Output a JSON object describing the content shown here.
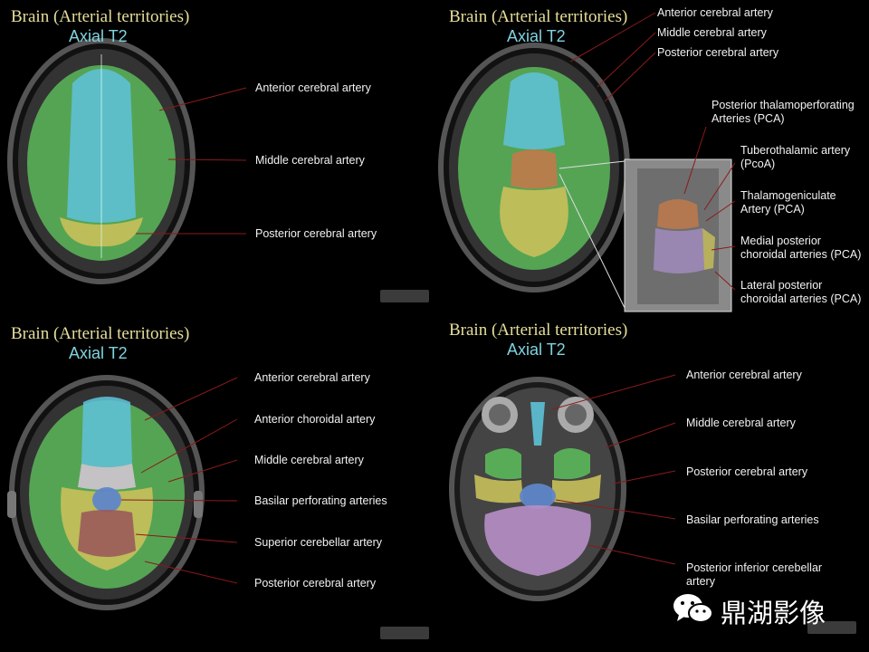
{
  "colors": {
    "anterior_cerebral": "#5ec2d8",
    "middle_cerebral": "#5cb85a",
    "posterior_cerebral": "#c9c05a",
    "thalamic": "#c07a4a",
    "basilar": "#5f86c8",
    "superior_cerebellar": "#9a5a5a",
    "pica": "#b78fc8",
    "anterior_choroidal": "#d8c8d8",
    "leader_line": "#8a1a1a",
    "title": "#e6df9a",
    "subtitle": "#7fd3df"
  },
  "panels": [
    {
      "title": "Brain (Arterial territories)",
      "subtitle": "Axial T2",
      "labels": [
        "Anterior cerebral artery",
        "Middle cerebral artery",
        "Posterior cerebral artery"
      ]
    },
    {
      "title": "Brain (Arterial territories)",
      "subtitle": "Axial T2",
      "labels": [
        "Anterior cerebral artery",
        "Middle cerebral artery",
        "Posterior cerebral artery"
      ],
      "inset_labels": [
        "Posterior thalamoperforating Arteries (PCA)",
        "Tuberothalamic artery (PcoA)",
        "Thalamogeniculate Artery (PCA)",
        "Medial posterior choroidal arteries (PCA)",
        "Lateral posterior choroidal arteries (PCA)"
      ]
    },
    {
      "title": "Brain (Arterial territories)",
      "subtitle": "Axial T2",
      "labels": [
        "Anterior cerebral artery",
        "Anterior choroidal artery",
        "Middle cerebral artery",
        "Basilar perforating arteries",
        "Superior cerebellar artery",
        "Posterior cerebral artery"
      ]
    },
    {
      "title": "Brain (Arterial territories)",
      "subtitle": "Axial T2",
      "labels": [
        "Anterior cerebral artery",
        "Middle cerebral artery",
        "Posterior cerebral artery",
        "Basilar perforating arteries",
        "Posterior  inferior cerebellar artery"
      ]
    }
  ],
  "brand": {
    "text": "鼎湖影像",
    "icon": "wechat-icon"
  }
}
